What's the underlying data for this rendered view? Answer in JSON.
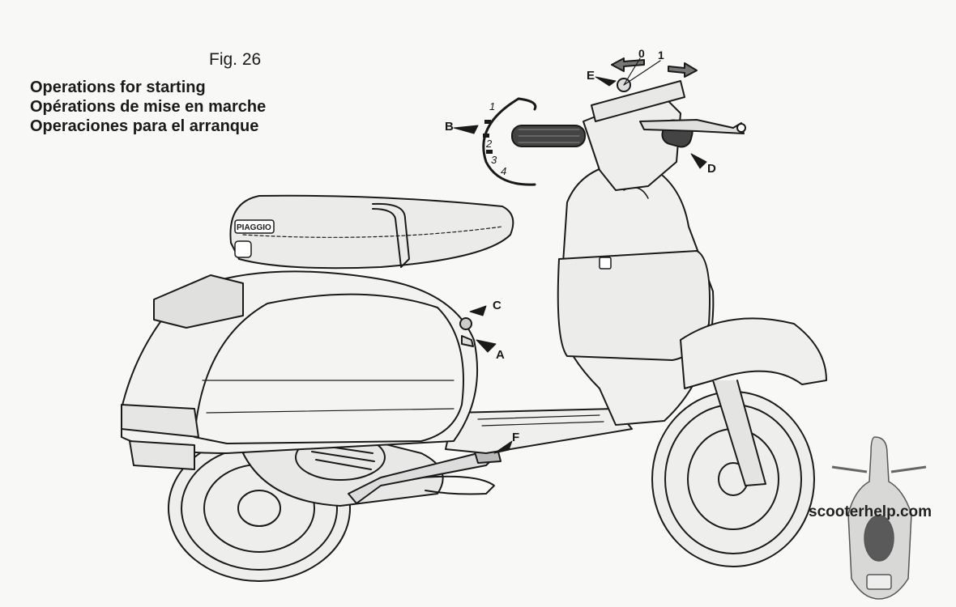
{
  "figure": {
    "number": "Fig. 26",
    "titles": [
      "Operations for starting",
      "Opérations de mise en marche",
      "Operaciones para el arranque"
    ]
  },
  "callouts": {
    "A": "A",
    "B": "B",
    "C": "C",
    "D": "D",
    "E": "E",
    "F": "F"
  },
  "switch_positions": {
    "off": "0",
    "on": "1"
  },
  "gear_positions": [
    "1",
    "2",
    "3",
    "4"
  ],
  "badge": {
    "brand": "PIAGGIO"
  },
  "watermark": "scooterhelp.com",
  "colors": {
    "ink": "#1a1a1a",
    "paper": "#f8f8f7"
  }
}
